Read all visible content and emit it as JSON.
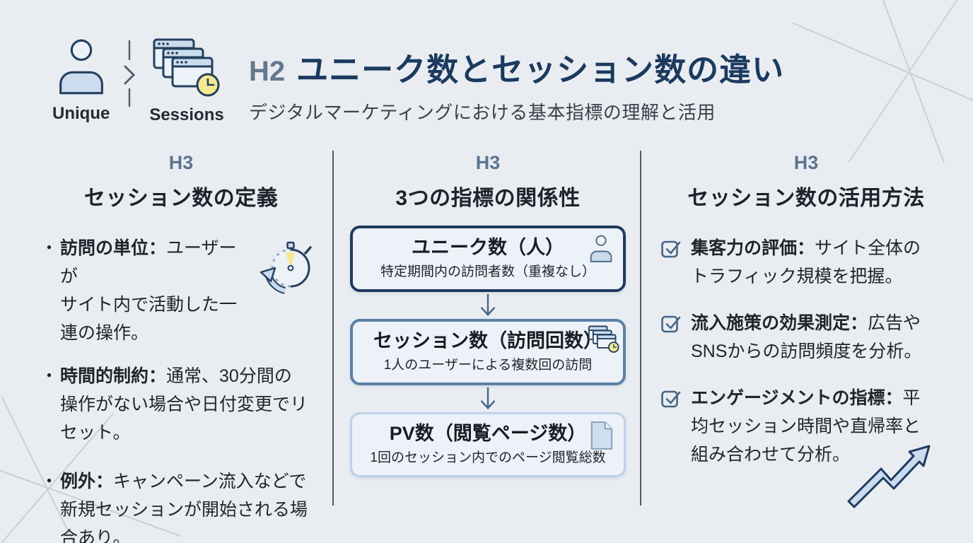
{
  "colors": {
    "background": "#e9edf2",
    "title_navy": "#1c3a5e",
    "tag_steel": "#64788e",
    "divider": "#4c5c6e",
    "box1_border": "#1f3a5f",
    "box2_border": "#5b80a8",
    "box3_border": "#bcd1e8",
    "icon_blue": "#cbdcee",
    "clock_yellow": "#f5e88f"
  },
  "header": {
    "unique_label": "Unique",
    "sessions_label": "Sessions",
    "h2_tag": "H2",
    "title": "ユニーク数とセッション数の違い",
    "subtitle": "デジタルマーケティングにおける基本指標の理解と活用"
  },
  "left_column": {
    "tag": "H3",
    "title": "セッション数の定義",
    "items": [
      {
        "marker": "・",
        "label": "訪問の単位：",
        "text": "ユーザーが\nサイト内で活動した一\n連の操作。"
      },
      {
        "marker": "・",
        "label": "時間的制約：",
        "text": "通常、30分間の\n操作がない場合や日付変更でリ\nセット。"
      },
      {
        "marker": "・",
        "label": "例外：",
        "text": "キャンペーン流入などで\n新規セッションが開始される場\n合あり。"
      }
    ]
  },
  "middle_column": {
    "tag": "H3",
    "title": "3つの指標の関係性",
    "boxes": [
      {
        "title": "ユニーク数（人）",
        "subtitle": "特定期間内の訪問者数（重複なし）",
        "icon": "person-icon"
      },
      {
        "title": "セッション数（訪問回数）",
        "subtitle": "1人のユーザーによる複数回の訪問",
        "icon": "browser-windows-clock-icon"
      },
      {
        "title": "PV数（閲覧ページ数）",
        "subtitle": "1回のセッション内でのページ閲覧総数",
        "icon": "document-icon"
      }
    ]
  },
  "right_column": {
    "tag": "H3",
    "title": "セッション数の活用方法",
    "items": [
      {
        "label": "集客力の評価：",
        "text": "サイト全体の\nトラフィック規模を把握。"
      },
      {
        "label": "流入施策の効果測定：",
        "text": "広告や\nSNSからの訪問頻度を分析。"
      },
      {
        "label": "エンゲージメントの指標：",
        "text": "平\n均セッション時間や直帰率と\n組み合わせて分析。"
      }
    ]
  },
  "icons": {
    "header_left": "person-icon",
    "header_divider": "chevron-right-icon",
    "header_right": "browser-windows-clock-icon",
    "left_column": "stopwatch-icon",
    "flow_connector": "down-arrow-icon",
    "right_items": "checkbox-checked-icon",
    "right_bottom": "trend-up-arrow-icon"
  }
}
